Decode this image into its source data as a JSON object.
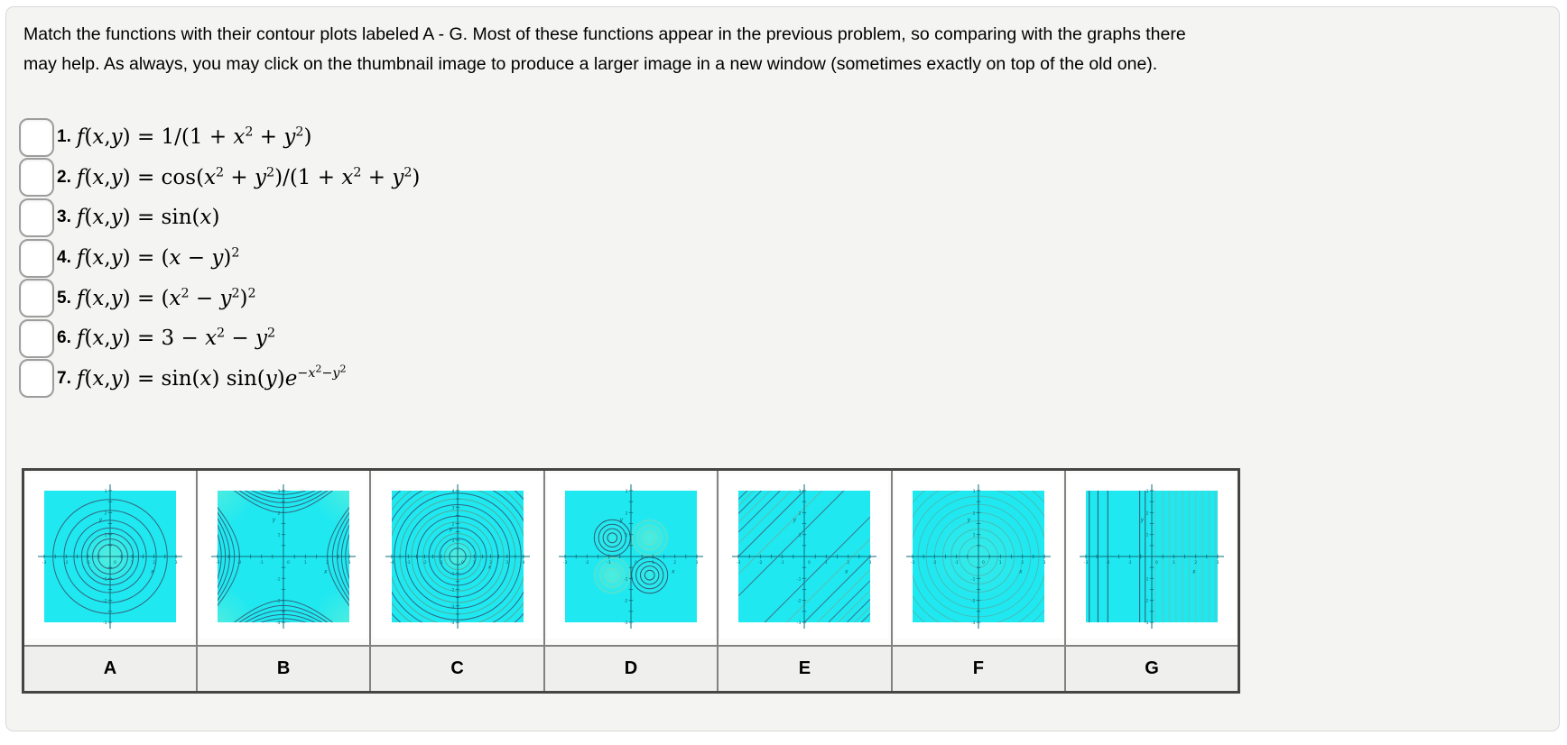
{
  "instructions": {
    "line1": "Match the functions with their contour plots labeled A - G. Most of these functions appear in the previous problem, so comparing with the graphs there",
    "line2": "may help. As always, you may click on the thumbnail image to produce a larger image in a new window (sometimes exactly on top of the old one)."
  },
  "functions": [
    {
      "number": "1.",
      "formula": "f(x,y) = 1/(1 + x^2 + y^2)",
      "answer": ""
    },
    {
      "number": "2.",
      "formula": "f(x,y) = cos(x^2 + y^2)/(1 + x^2 + y^2)",
      "answer": ""
    },
    {
      "number": "3.",
      "formula": "f(x,y) = sin(x)",
      "answer": ""
    },
    {
      "number": "4.",
      "formula": "f(x,y) = (x − y)^2",
      "answer": ""
    },
    {
      "number": "5.",
      "formula": "f(x,y) = (x^2 − y^2)^2",
      "answer": ""
    },
    {
      "number": "6.",
      "formula": "f(x,y) = 3 − x^2 − y^2",
      "answer": ""
    },
    {
      "number": "7.",
      "formula": "f(x,y) = sin(x) sin(y)e^{−x^2−y^2}",
      "answer": ""
    }
  ],
  "colors": {
    "cyan": "#1FE8F1",
    "axis": "#0A6E7C",
    "tick_label": "#0A6570",
    "glow_rgb": "141,243,198",
    "contour_dark": "#33677E"
  },
  "thumbnails": [
    {
      "label": "A",
      "plot": {
        "kind": "rings",
        "range": 3,
        "ring_radii": [
          0.55,
          0.8,
          1.05,
          1.3,
          1.65,
          2.1,
          2.6
        ],
        "stroke": "#33677E",
        "glow": {
          "r": 1.3,
          "opacity": 0.5
        }
      }
    },
    {
      "label": "B",
      "plot": {
        "kind": "hyperbolas",
        "range": 3,
        "levels": [
          4,
          5,
          6,
          7,
          8,
          9
        ],
        "stroke": "#33677E",
        "corner_glow": 0.4
      }
    },
    {
      "label": "C",
      "plot": {
        "kind": "rings",
        "range": 4,
        "ring_radii": [
          0.5,
          0.8,
          1.1,
          1.4,
          1.75,
          2.1,
          2.45,
          2.8,
          3.15,
          3.5,
          3.85,
          4.2,
          4.55,
          4.9,
          5.3
        ],
        "stroke": "#33677E",
        "alt_stroke": "#4FAE9B",
        "glow": {
          "r": 1.1,
          "opacity": 0.55
        }
      }
    },
    {
      "label": "D",
      "plot": {
        "kind": "lobes",
        "range": 3,
        "lobe_center": 0.85,
        "dark_radii": [
          0.22,
          0.42,
          0.62,
          0.82
        ],
        "light_radii": [
          0.3,
          0.55,
          0.8
        ],
        "dark_stroke": "#2F5D73",
        "light_stroke": "#7BDCB4",
        "glow_opacity": 0.45
      }
    },
    {
      "label": "E",
      "plot": {
        "kind": "diagonals",
        "range": 3,
        "offsets": [
          1.2,
          2.2,
          3.0,
          3.6,
          4.1,
          4.55,
          4.95,
          5.3,
          5.6
        ],
        "stroke": "#3A7387",
        "alt_stroke": "#57C0B2"
      }
    },
    {
      "label": "F",
      "plot": {
        "kind": "rings",
        "range": 3,
        "ring_radii": [
          0.5,
          0.875,
          1.25,
          1.625,
          2.0,
          2.375,
          2.75,
          3.125,
          3.5,
          3.875
        ],
        "stroke": "#4DB4AB",
        "opacity": 0.8,
        "glow": {
          "r": 2.3,
          "opacity": 0.22
        }
      }
    },
    {
      "label": "G",
      "plot": {
        "kind": "verticals",
        "range": 3,
        "dark_x": [
          -2.85,
          -2.45,
          -2.0,
          -0.55,
          -0.3
        ],
        "light_x": [
          0.15,
          0.5,
          0.8,
          1.1,
          1.4,
          1.7,
          2.0,
          2.3,
          2.6,
          2.9
        ],
        "dark_stroke": "#2F6D80",
        "light_stroke": "#5BC8BD"
      }
    }
  ]
}
